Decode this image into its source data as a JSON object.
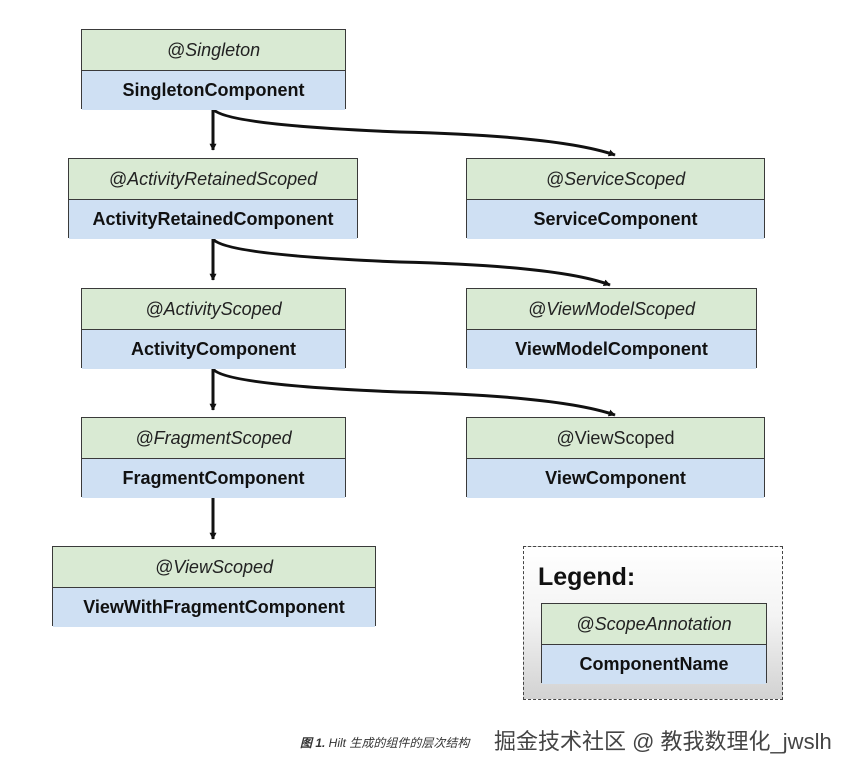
{
  "nodes": {
    "singleton": {
      "scope": "@Singleton",
      "component": "SingletonComponent"
    },
    "activity_retained": {
      "scope": "@ActivityRetainedScoped",
      "component": "ActivityRetainedComponent"
    },
    "service": {
      "scope": "@ServiceScoped",
      "component": "ServiceComponent"
    },
    "activity": {
      "scope": "@ActivityScoped",
      "component": "ActivityComponent"
    },
    "view_model": {
      "scope": "@ViewModelScoped",
      "component": "ViewModelComponent"
    },
    "fragment": {
      "scope": "@FragmentScoped",
      "component": "FragmentComponent"
    },
    "view": {
      "scope": "@ViewScoped",
      "component": "ViewComponent"
    },
    "view_with_fragment": {
      "scope": "@ViewScoped",
      "component": "ViewWithFragmentComponent"
    }
  },
  "legend": {
    "title": "Legend:",
    "scope": "@ScopeAnnotation",
    "component": "ComponentName"
  },
  "caption": {
    "figure": "图 1.",
    "text": " Hilt 生成的组件的层次结构"
  },
  "watermark": "掘金技术社区 @ 教我数理化_jwslh",
  "colors": {
    "scope_bg": "#d9ead3",
    "component_bg": "#cfe0f3",
    "border": "#3a3a3a"
  }
}
